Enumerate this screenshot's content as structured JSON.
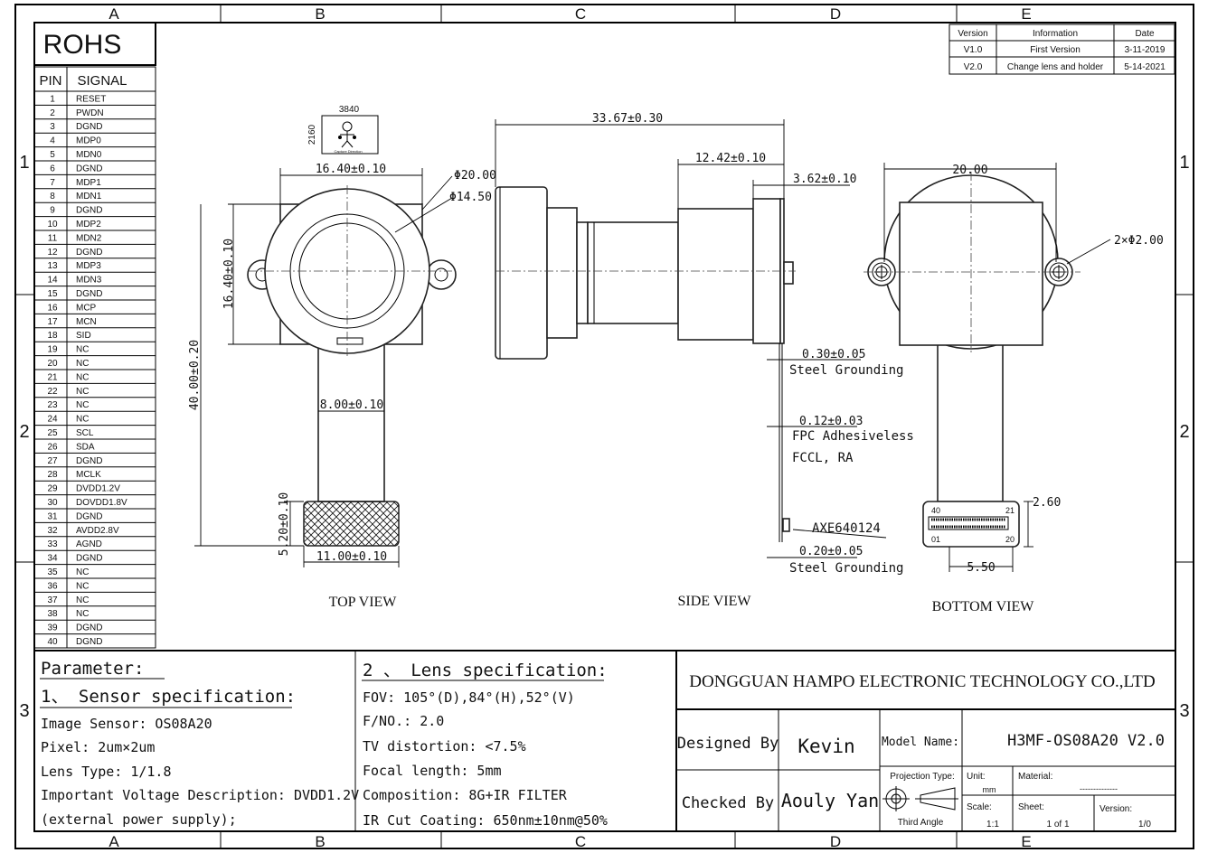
{
  "frame": {
    "col_labels": [
      "A",
      "B",
      "C",
      "D",
      "E"
    ],
    "row_labels": [
      "1",
      "2",
      "3"
    ]
  },
  "revision_table": {
    "headers": [
      "Version",
      "Information",
      "Date"
    ],
    "rows": [
      [
        "V1.0",
        "First Version",
        "3-11-2019"
      ],
      [
        "V2.0",
        "Change lens and holder",
        "5-14-2021"
      ]
    ]
  },
  "pin_table": {
    "rohs": "ROHS",
    "col_pin": "PIN",
    "col_signal": "SIGNAL",
    "rows": [
      [
        "1",
        "RESET"
      ],
      [
        "2",
        "PWDN"
      ],
      [
        "3",
        "DGND"
      ],
      [
        "4",
        "MDP0"
      ],
      [
        "5",
        "MDN0"
      ],
      [
        "6",
        "DGND"
      ],
      [
        "7",
        "MDP1"
      ],
      [
        "8",
        "MDN1"
      ],
      [
        "9",
        "DGND"
      ],
      [
        "10",
        "MDP2"
      ],
      [
        "11",
        "MDN2"
      ],
      [
        "12",
        "DGND"
      ],
      [
        "13",
        "MDP3"
      ],
      [
        "14",
        "MDN3"
      ],
      [
        "15",
        "DGND"
      ],
      [
        "16",
        "MCP"
      ],
      [
        "17",
        "MCN"
      ],
      [
        "18",
        "SID"
      ],
      [
        "19",
        "NC"
      ],
      [
        "20",
        "NC"
      ],
      [
        "21",
        "NC"
      ],
      [
        "22",
        "NC"
      ],
      [
        "23",
        "NC"
      ],
      [
        "24",
        "NC"
      ],
      [
        "25",
        "SCL"
      ],
      [
        "26",
        "SDA"
      ],
      [
        "27",
        "DGND"
      ],
      [
        "28",
        "MCLK"
      ],
      [
        "29",
        "DVDD1.2V"
      ],
      [
        "30",
        "DOVDD1.8V"
      ],
      [
        "31",
        "DGND"
      ],
      [
        "32",
        "AVDD2.8V"
      ],
      [
        "33",
        "AGND"
      ],
      [
        "34",
        "DGND"
      ],
      [
        "35",
        "NC"
      ],
      [
        "36",
        "NC"
      ],
      [
        "37",
        "NC"
      ],
      [
        "38",
        "NC"
      ],
      [
        "39",
        "DGND"
      ],
      [
        "40",
        "DGND"
      ]
    ]
  },
  "drawing": {
    "image_w": "3840",
    "image_h": "2160",
    "icon_caption": "Capture Direction",
    "top_view": {
      "title": "TOP VIEW",
      "dim_holder_w": "16.40±0.10",
      "dim_holder_h": "16.40±0.10",
      "dim_outer_dia": "Φ20.00",
      "dim_inner_dia": "Φ14.50",
      "dim_total_len": "40.00±0.20",
      "dim_fpc_w": "8.00±0.10",
      "dim_conn_h": "5.20±0.10",
      "dim_conn_w": "11.00±0.10"
    },
    "side_view": {
      "title": "SIDE VIEW",
      "dim_total": "33.67±0.30",
      "dim_holder": "12.42±0.10",
      "dim_sensor": "3.62±0.10",
      "dim_steel1": "0.30±0.05",
      "note_steel1": "Steel Grounding",
      "dim_fpc": "0.12±0.03",
      "note_fpc1": "FPC Adhesiveless",
      "note_fpc2": "FCCL,  RA",
      "connector": "AXE640124",
      "dim_steel2": "0.20±0.05",
      "note_steel2": "Steel Grounding"
    },
    "bottom_view": {
      "title": "BOTTOM VIEW",
      "dim_width": "20.00",
      "dim_holes": "2×Φ2.00",
      "dim_conn_h": "2.60",
      "dim_conn_w": "5.50",
      "pin40": "40",
      "pin21": "21",
      "pin01": "01",
      "pin20": "20"
    }
  },
  "parameter": {
    "title": "Parameter:",
    "sensor_heading": "1、 Sensor specification:",
    "sensor_lines": [
      "Image Sensor:  OS08A20",
      "Pixel:  2um×2um",
      "Lens Type:  1/1.8",
      "Important Voltage Description: DVDD1.2V",
      "(external power supply);"
    ],
    "lens_heading": "2 、 Lens specification:",
    "lens_lines": [
      "FOV:  105°(D),84°(H),52°(V)",
      "F/NO.:  2.0",
      "TV distortion:  <7.5%",
      "Focal length:  5mm",
      "Composition:  8G+IR  FILTER",
      "IR Cut Coating:  650nm±10nm@50%"
    ]
  },
  "title_block": {
    "company": "DONGGUAN HAMPO ELECTRONIC TECHNOLOGY CO.,LTD",
    "designed_by_label": "Designed By",
    "designed_by": "Kevin",
    "checked_by_label": "Checked By",
    "checked_by": "Aouly Yan",
    "model_label": "Model Name:",
    "model": "H3MF-OS08A20 V2.0",
    "projection_label": "Projection Type:",
    "projection": "Third Angle",
    "unit_label": "Unit:",
    "unit": "mm",
    "material_label": "Material:",
    "material": "--------------",
    "scale_label": "Scale:",
    "scale": "1:1",
    "sheet_label": "Sheet:",
    "sheet": "1 of 1",
    "version_label": "Version:",
    "version": "1/0"
  }
}
